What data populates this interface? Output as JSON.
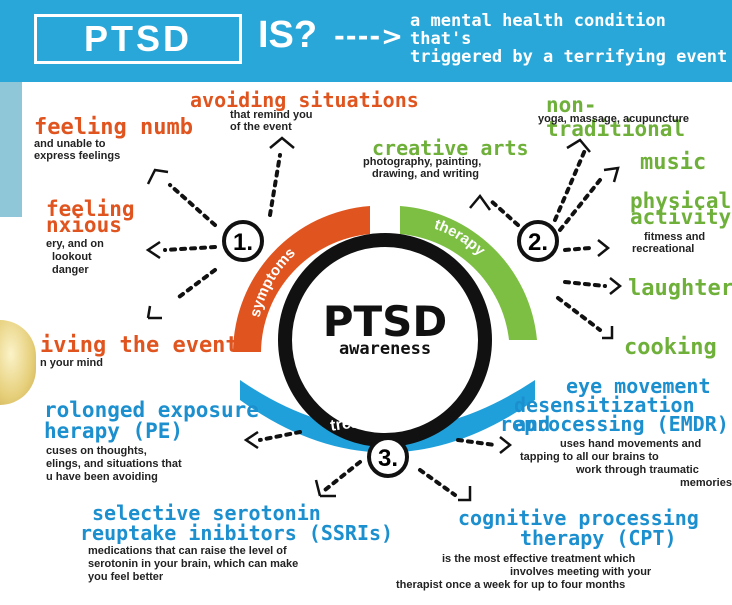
{
  "header": {
    "brand": "PTSD",
    "is": "IS?",
    "arrow": "---->",
    "definition_line1": "a mental health condition that's",
    "definition_line2": "triggered by a terrifying event"
  },
  "center": {
    "title": "PTSD",
    "subtitle": "awareness",
    "arc_symptoms": "symptoms",
    "arc_therapy": "therapy",
    "arc_treatments": "treatments",
    "num1": "1.",
    "num2": "2.",
    "num3": "3."
  },
  "symptoms": {
    "avoiding": {
      "title": "avoiding situations",
      "desc1": "that remind you",
      "desc2": "of the event"
    },
    "numb": {
      "title": "feeling numb",
      "desc1": "and unable to",
      "desc2": "express feelings"
    },
    "anxious": {
      "title1": "feeling",
      "title2": "nxious",
      "desc1": "ery, and on",
      "desc2": "lookout",
      "desc3": "danger"
    },
    "reliving": {
      "title": "iving the event",
      "desc": "n your mind"
    }
  },
  "therapy": {
    "creative": {
      "title": "creative arts",
      "desc1": "photography, painting,",
      "desc2": "drawing, and writing"
    },
    "nontraditional": {
      "title": "non-traditional",
      "desc": "yoga, massage, acupuncture"
    },
    "music": {
      "title": "music"
    },
    "physical": {
      "title1": "physical",
      "title2": "activity",
      "desc1": "fitmess and",
      "desc2": "recreational"
    },
    "laughter": {
      "title": "laughter"
    },
    "cooking": {
      "title": "cooking"
    }
  },
  "treatments": {
    "pe": {
      "title1": "rolonged exposure",
      "title2": "herapy (PE)",
      "desc1": "cuses on thoughts,",
      "desc2": "elings, and situations that",
      "desc3": "u have been avoiding"
    },
    "ssri": {
      "title1": "selective serotonin",
      "title2": "reuptake inibitors (SSRIs)",
      "desc1": "medications that can raise the level of",
      "desc2": "serotonin in your brain, which can make",
      "desc3": "you feel better"
    },
    "emdr": {
      "title1": "eye movement",
      "title2": "desensitization and",
      "title3": "reprocessing (EMDR)",
      "desc1": "uses hand movements and",
      "desc2": "tapping to  all our brains to",
      "desc3": "work through traumatic",
      "desc4": "memories"
    },
    "cpt": {
      "title1": "cognitive processing",
      "title2": "therapy (CPT)",
      "desc1": "is the most effective treatment which",
      "desc2": "involves meeting with your",
      "desc3": "therapist once a week for up to four months"
    }
  },
  "colors": {
    "header_blue": "#29a7d9",
    "orange": "#e0551f",
    "green": "#6fb03a",
    "blue": "#1c8fcf"
  }
}
